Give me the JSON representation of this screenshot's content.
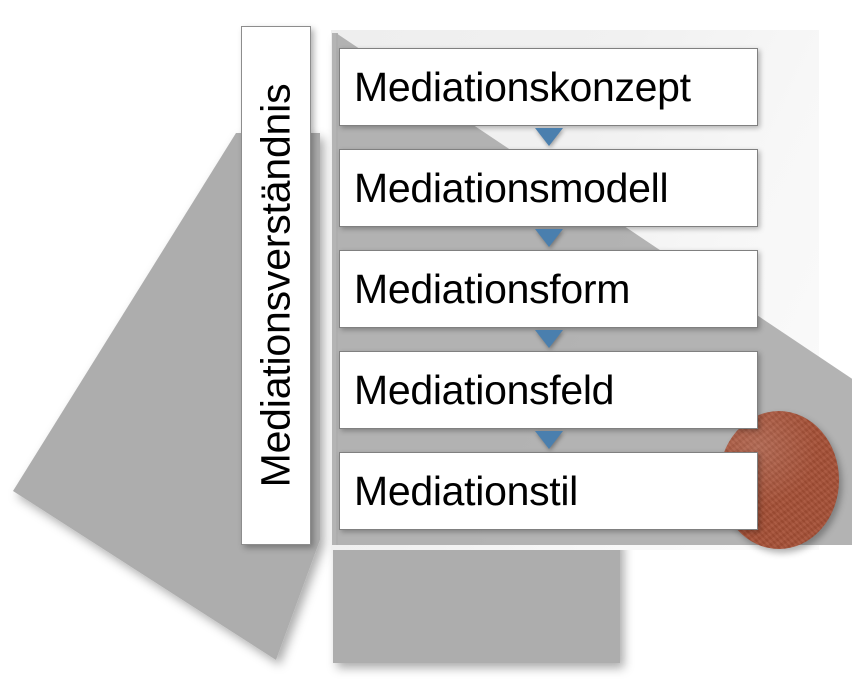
{
  "diagram": {
    "title_vertical": "Mediationsverständnis",
    "type": "vertical-process-funnel",
    "steps": [
      {
        "label": "Mediationskonzept",
        "order": 1
      },
      {
        "label": "Mediationsmodell",
        "order": 2
      },
      {
        "label": "Mediationsform",
        "order": 3
      },
      {
        "label": "Mediationsfeld",
        "order": 4
      },
      {
        "label": "Mediationstil",
        "order": 5
      }
    ],
    "connectors": {
      "count": 4,
      "shape": "down-triangle",
      "icon": "chevron-down-icon"
    },
    "shapes": {
      "funnel_label": "gray-funnel",
      "accent_label": "terracotta-circle"
    },
    "colors": {
      "arrow_blue": "#4A7FAE",
      "funnel_gray": "#ADADAD",
      "circle_terracotta": "#A54F35",
      "box_border": "#808080",
      "box_fill": "#FFFFFF",
      "panel_light": "#F2F2F2",
      "text": "#000000"
    }
  }
}
